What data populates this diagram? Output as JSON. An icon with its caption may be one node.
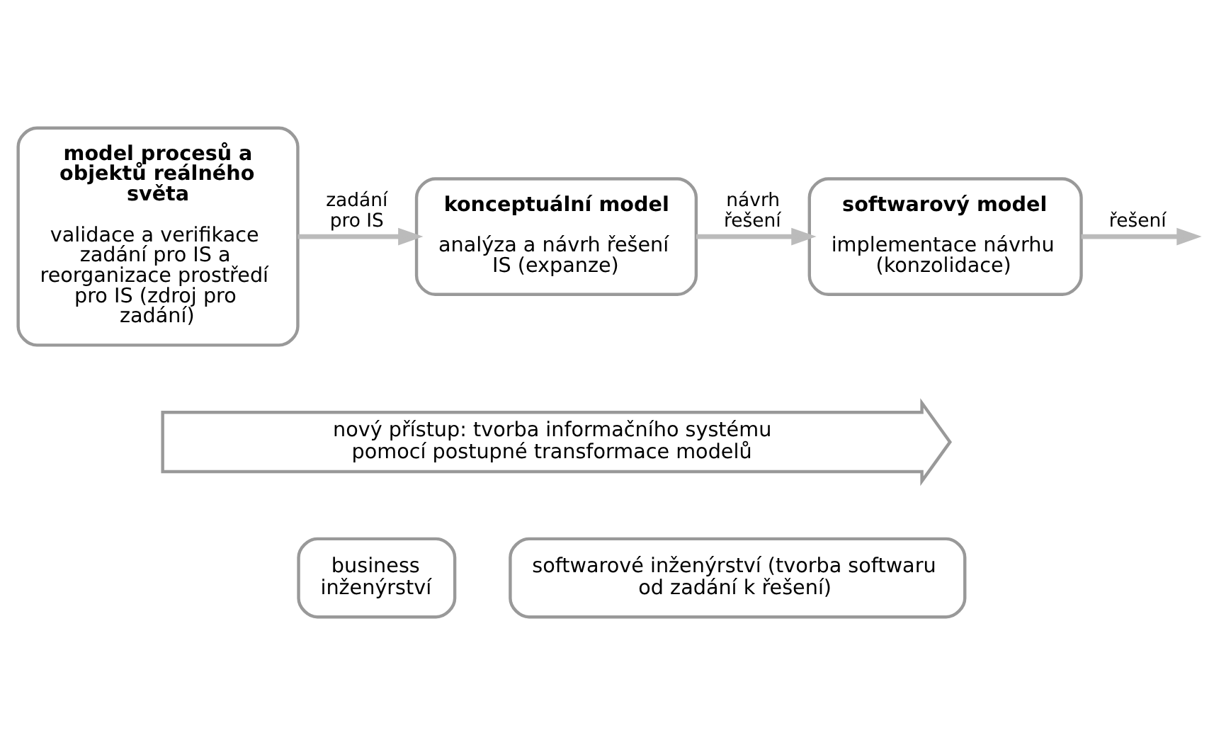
{
  "diagram": {
    "nodes": [
      {
        "text": [
          "model procesů a objektů reálného světa",
          "validace a verifikace zadání pro IS a reorganizace prostředí pro IS (zdroj pro zadání)"
        ]
      },
      {
        "text": [
          "konceptuální model",
          "analýza a návrh řešení IS (expanze)"
        ]
      },
      {
        "text": [
          "softwarový model",
          "implementace návrhu (konzolidace)"
        ]
      },
      {
        "text": [
          "nový přístup: tvorba informačního systému pomocí postupné transformace modelů"
        ]
      },
      {
        "text": [
          "business inženýrství"
        ]
      },
      {
        "text": [
          "softwarové inženýrství (tvorba softwaru od zadání k řešení)"
        ]
      }
    ],
    "edges": [
      {
        "from": 0,
        "to": 1,
        "arrow": "to",
        "label": "zadání pro IS"
      },
      {
        "from": 1,
        "to": 2,
        "arrow": "to",
        "label": "návrh řešení"
      },
      {
        "from": 2,
        "to": null,
        "arrow": "to",
        "label": "řešení"
      }
    ]
  }
}
